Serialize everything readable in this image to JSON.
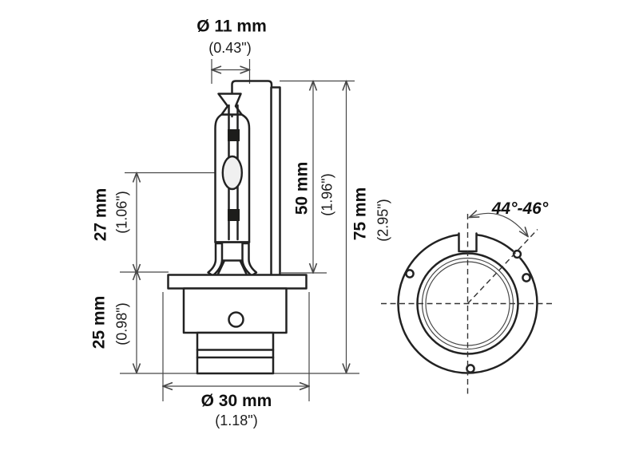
{
  "figure": {
    "kind": "technical-drawing",
    "views": {
      "left": "bulb side view",
      "right": "base bottom view"
    }
  },
  "dims": {
    "d11_mm": "Ø 11 mm",
    "d11_in": "(0.43\")",
    "d27_mm": "27 mm",
    "d27_in": "(1.06\")",
    "d50_mm": "50 mm",
    "d50_in": "(1.96\")",
    "d75_mm": "75 mm",
    "d75_in": "(2.95\")",
    "d25_mm": "25 mm",
    "d25_in": "(0.98\")",
    "d30_mm": "Ø 30 mm",
    "d30_in": "(1.18\")",
    "angle": "44°-46°"
  },
  "colors": {
    "background": "#ffffff",
    "outline": "#222222",
    "dimension_line": "#474747",
    "arc_chamber_fill": "#f0f0f0"
  }
}
